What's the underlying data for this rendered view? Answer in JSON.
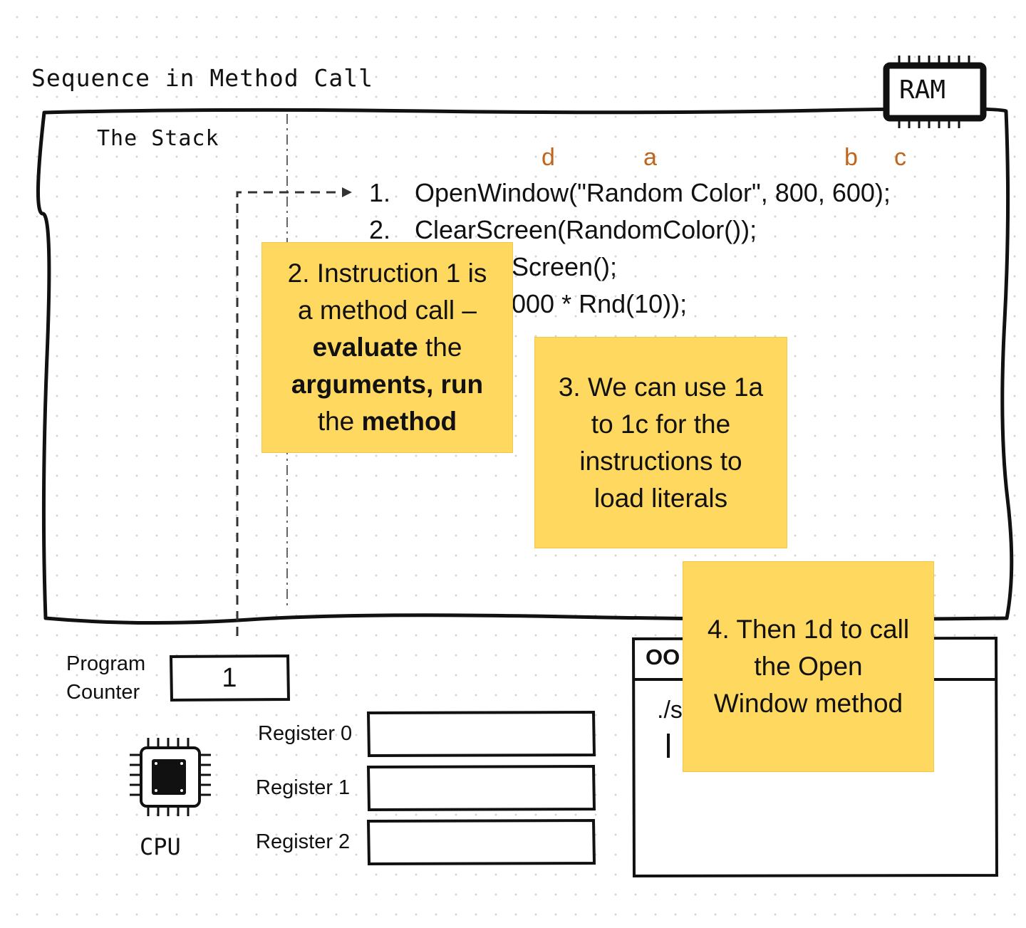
{
  "title": "Sequence in Method Call",
  "stack_label": "The Stack",
  "ram_label": "RAM",
  "code_lines": [
    {
      "num": "1.",
      "text": "OpenWindow(\"Random Color\", 800, 600);"
    },
    {
      "num": "2.",
      "text": "ClearScreen(RandomColor());"
    },
    {
      "num": "",
      "text": "Screen();"
    },
    {
      "num": "",
      "text": "000 * Rnd(10));"
    }
  ],
  "arg_letters": {
    "d": "d",
    "a": "a",
    "b": "b",
    "c": "c"
  },
  "notes": {
    "note2": {
      "l1": "2. Instruction 1 is",
      "l2": "a method call –",
      "l3a": "evaluate",
      "l3b": " the",
      "l4": "arguments, run",
      "l5a": "the ",
      "l5b": "method"
    },
    "note3": {
      "l1": "3. We can use 1a",
      "l2": "to 1c for the",
      "l3": "instructions to",
      "l4": "load literals"
    },
    "note4": {
      "l1": "4. Then 1d to call",
      "l2": "the Open",
      "l3": "Window method"
    }
  },
  "program_counter": {
    "label_line1": "Program",
    "label_line2": "Counter",
    "value": "1"
  },
  "registers": [
    {
      "label": "Register 0",
      "value": ""
    },
    {
      "label": "Register 1",
      "value": ""
    },
    {
      "label": "Register 2",
      "value": ""
    }
  ],
  "cpu_label": "CPU",
  "terminal": {
    "title": "OO",
    "prompt": "./s"
  }
}
